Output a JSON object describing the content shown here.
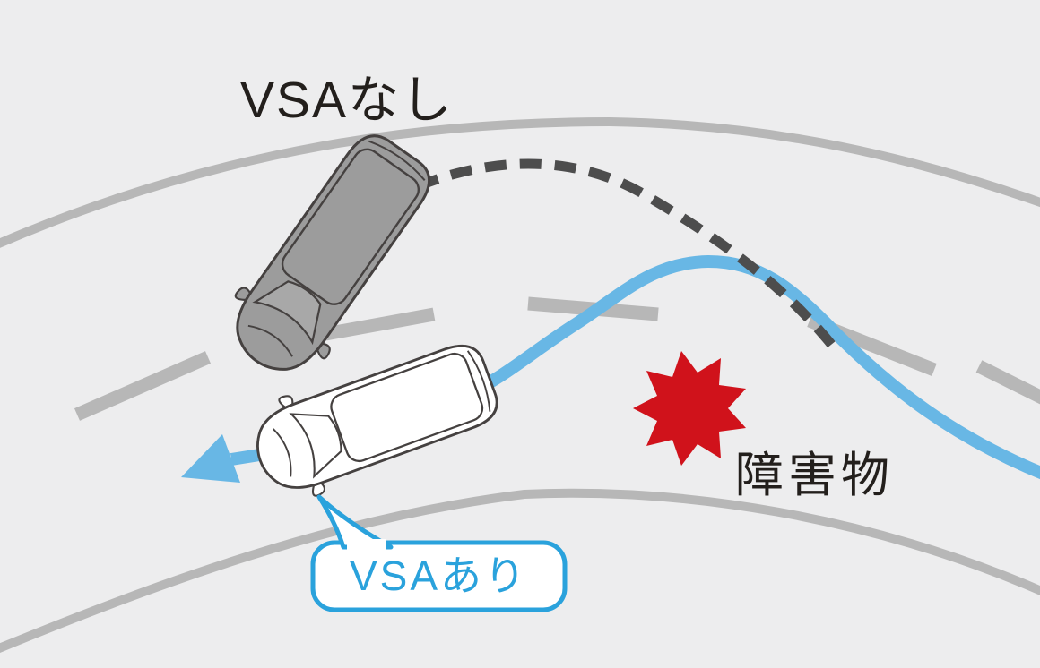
{
  "diagram": {
    "no_vsa_label": "VSAなし",
    "with_vsa_bubble_label": "VSAあり",
    "obstacle_label": "障害物",
    "paths": {
      "with_vsa": {
        "style": "solid",
        "color": "#68b7e5",
        "has_arrow": true
      },
      "without_vsa": {
        "style": "dashed",
        "color": "#4d4d4d",
        "has_arrow": false
      }
    }
  },
  "colors": {
    "background": "#ededee",
    "road_gray": "#b7b7b7",
    "path_blue": "#68b7e5",
    "accent_blue": "#2aa2dc",
    "skid_dash_gray": "#4d4d4d",
    "obstacle_red": "#d0121b",
    "text_dark": "#231f1c",
    "car_gray": "#9c9c9c",
    "car_white": "#ffffff"
  }
}
